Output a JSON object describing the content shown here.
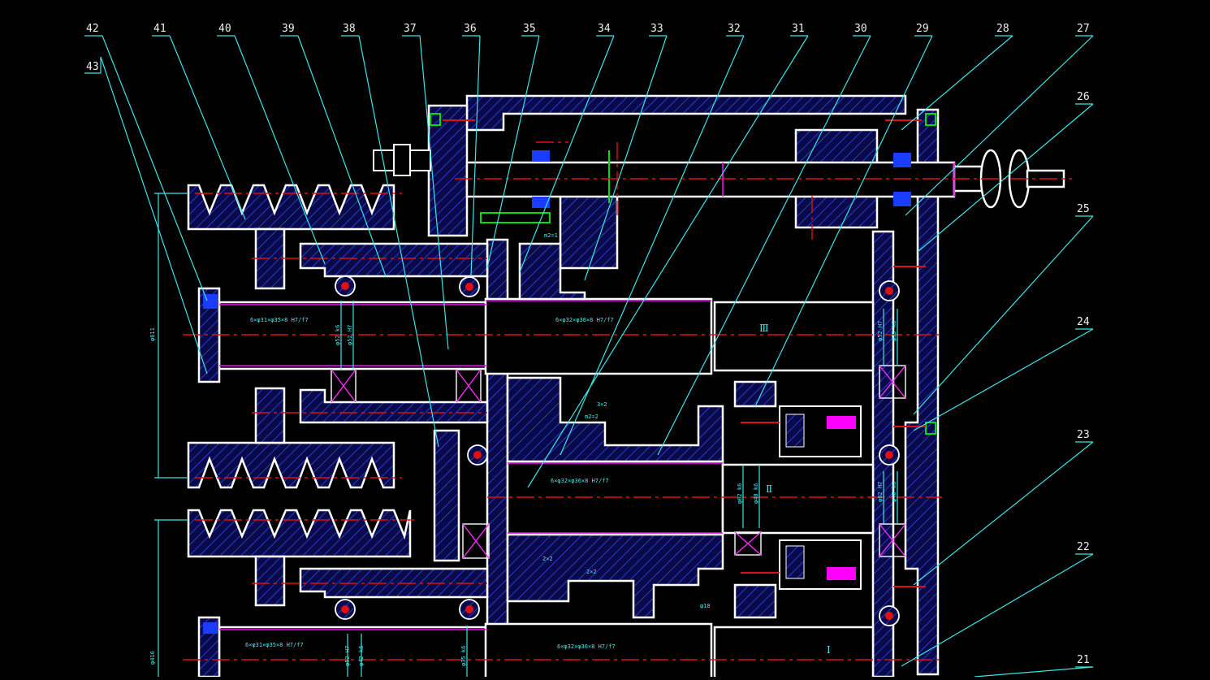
{
  "drawing": {
    "background": "#000000",
    "colors": {
      "outline": "#ffffff",
      "leader": "#39e6e6",
      "hatch_fill": "#0a0a4a",
      "hatch_line": "#2a54ff",
      "centerline": "#e01010",
      "magenta": "#ff00ff",
      "green": "#00e000",
      "blue_part": "#1a3cff"
    },
    "part_numbers": [
      "42",
      "41",
      "40",
      "39",
      "38",
      "37",
      "36",
      "35",
      "34",
      "33",
      "32",
      "31",
      "30",
      "29",
      "28",
      "27",
      "26",
      "25",
      "24",
      "23",
      "22",
      "21",
      "43"
    ],
    "shaft_labels": [
      "Ⅲ",
      "Ⅱ",
      "Ⅰ"
    ],
    "annotations": {
      "spline_top": "6×φ31×φ35×8 H7/f7",
      "spline_mid_top": "6×φ32×φ36×8 H7/f7",
      "spline_mid": "6×φ32×φ36×8 H7/f7",
      "spline_bot_left": "6×φ31×φ35×8 H7/f7",
      "spline_bot": "6×φ32×φ36×8 H7/f7",
      "dia_big_top": "φ611",
      "dia_big_bot": "φ416",
      "bore1": "φ52 k6",
      "bore2": "φ52 H7",
      "bore3": "φ62 k6",
      "bore4": "φ40 k6",
      "bore5": "φ52 H7",
      "bore6": "φ35 k6",
      "bore7": "φ62 H7",
      "bore8": "φ40 k6",
      "bore9": "φ52 H7",
      "bore10": "φ42 k6",
      "bore11": "φ35 k6",
      "gear1": "m2=1",
      "gear2": "3×2",
      "gear3": "2×2",
      "gear4": "2×2",
      "gear5": "φ18",
      "gear6": "m2=2"
    }
  }
}
